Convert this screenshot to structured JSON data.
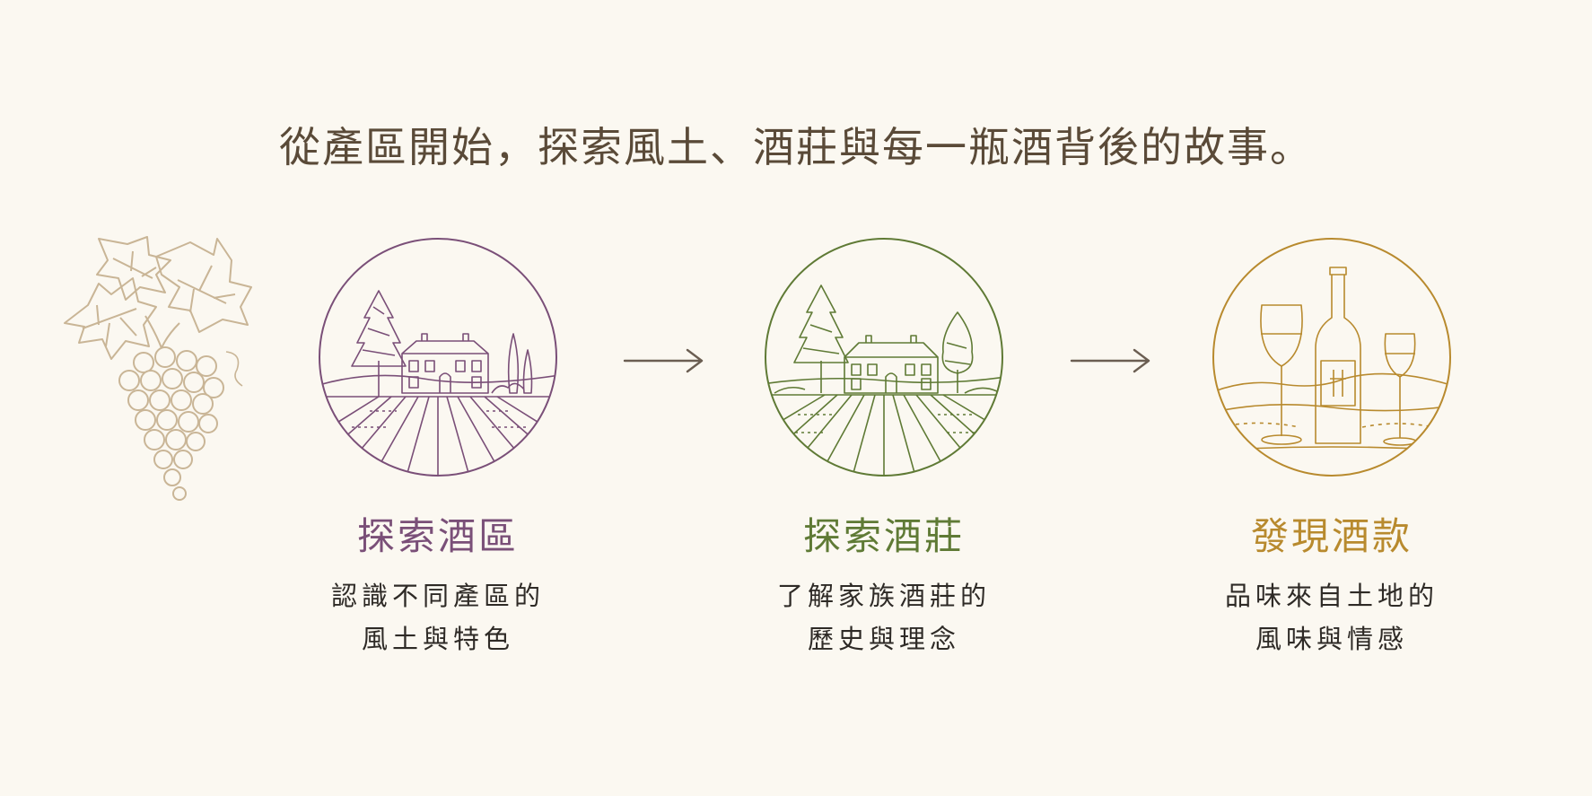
{
  "header": {
    "tagline": "從產區開始，探索風土、酒莊與每一瓶酒背後的故事。"
  },
  "decoration": {
    "icon": "grape-cluster-icon",
    "color": "#C9B596"
  },
  "steps": [
    {
      "icon": "vineyard-house-icon",
      "title": "探索酒區",
      "desc_lines": [
        "認識不同產區的",
        "風土與特色"
      ],
      "color": "#7A4F78"
    },
    {
      "icon": "chateau-estate-icon",
      "title": "探索酒莊",
      "desc_lines": [
        "了解家族酒莊的",
        "歷史與理念"
      ],
      "color": "#5F7A35"
    },
    {
      "icon": "wine-bottle-glasses-icon",
      "title": "發現酒款",
      "desc_lines": [
        "品味來自土地的",
        "風味與情感"
      ],
      "color": "#B88A2E"
    }
  ],
  "arrows": {
    "icon": "arrow-right-icon",
    "color": "#6B5E52"
  }
}
